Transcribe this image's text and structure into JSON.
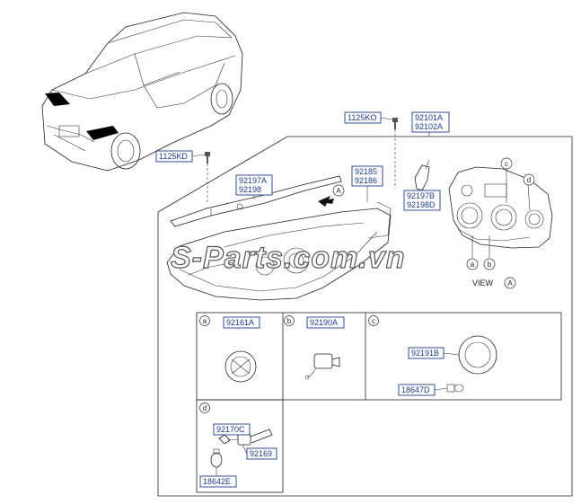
{
  "watermark": "S-Parts.com.vn",
  "parts": {
    "bolt_top": "1125KO",
    "bolt_left": "1125KD",
    "headlamp_lh": "92101A",
    "headlamp_rh": "92102A",
    "garnish_lh": "92197A",
    "garnish_rh": "92198",
    "lens_lh": "92185",
    "lens_rh": "92186",
    "bracket_lh": "92197B",
    "bracket_rh": "92198D",
    "cap_a": "92161A",
    "socket_b": "92190A",
    "cap_c": "92191B",
    "bulb_c": "18647D",
    "socket_d": "92170C",
    "holder_d": "92169",
    "bulb_d": "18642E"
  },
  "markers": {
    "a": "a",
    "b": "b",
    "c": "c",
    "d": "d",
    "view_ref": "A"
  },
  "view_label": "VIEW"
}
